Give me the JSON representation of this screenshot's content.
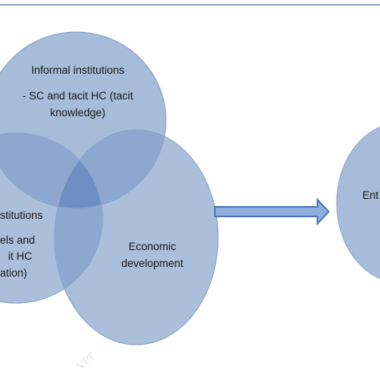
{
  "diagram": {
    "circles": {
      "informal": {
        "name": "Informal institutions",
        "lines": [
          "- SC and tacit HC (tacit",
          "knowledge)"
        ]
      },
      "formal": {
        "lines": [
          "stitutions",
          "els and",
          "it HC",
          "ation)"
        ]
      },
      "economic": {
        "lines": [
          "Economic",
          "development"
        ]
      },
      "outcome": {
        "lines": [
          "Ent"
        ]
      }
    },
    "watermark": "ver",
    "colors": {
      "circle_fill": "#a7bcd9",
      "overlap_fill": "#6f8fc4",
      "circle_stroke": "#8aa5ca",
      "frame": "#8ea6c8",
      "arrow_fill": "#8fb0de",
      "arrow_stroke": "#4f76b2"
    }
  }
}
